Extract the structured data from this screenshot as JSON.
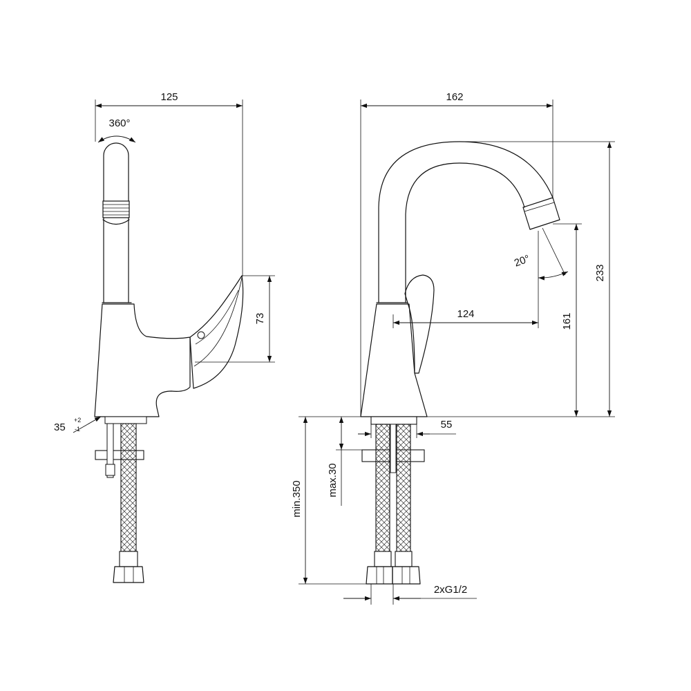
{
  "side_view": {
    "width_label": "125",
    "rotation_label": "360°",
    "lever_height_label": "73",
    "hole_label": "35",
    "hole_tol_plus": "+2",
    "hole_tol_minus": "-1"
  },
  "front_view": {
    "width_label": "162",
    "height_total_label": "233",
    "spout_height_label": "161",
    "reach_label": "124",
    "swivel_angle_label": "20°",
    "base_label": "55",
    "max_label": "max.30",
    "min_label": "min.350",
    "connection_label": "2xG1/2"
  }
}
